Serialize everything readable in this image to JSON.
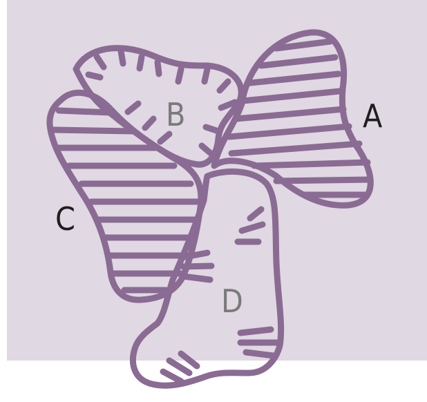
{
  "colors": {
    "background": "#e0d8e2",
    "outline": "#8a6b93",
    "label_dark": "#1e1e1e",
    "label_grey": "#7a7a7a"
  },
  "labels": {
    "a": "A",
    "b": "B",
    "c": "C",
    "d": "D"
  }
}
